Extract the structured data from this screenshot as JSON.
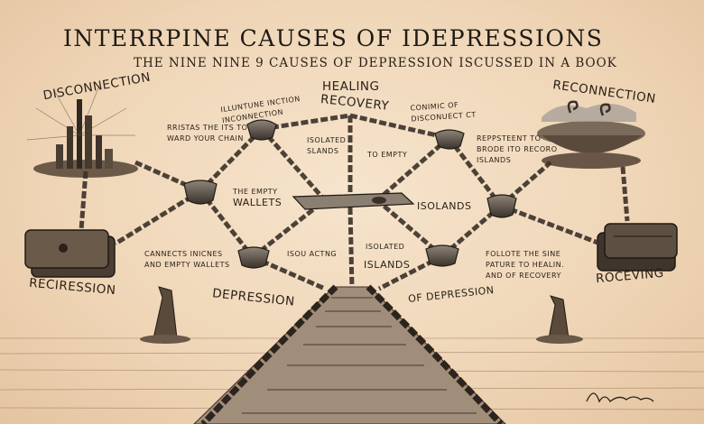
{
  "title": "INTERRPINE CAUSES OF IDEPRESSIONS",
  "subtitle": "THE NINE NINE 9   CAUSES OF DEPRESSION ISCUSSED IN A BOOK",
  "labels": {
    "disconnection": "DISCONNECTION",
    "healing": "HEALING",
    "recovery": "RECOVERY",
    "reconnection": "RECONNECTION",
    "small_top_left": "ILLUNTUNE INCTION\nINCONNECTION",
    "small_top_right": "CONIMIC OF\nDISCONUECT CT",
    "chain_note": "RRISTAS THE ITS TO\nWARD YOUR CHAIN",
    "isolated_slands": "ISOLATED\nSLANDS",
    "to_empty": "TO EMPTY",
    "represent_note": "REPPSTEENT TO\nBRODE ITO RECORO\nISLANDS",
    "the_empty": "THE EMPTY",
    "wallets": "WALLETS",
    "isolands": "ISOLANDS",
    "connects_note": "CANNECTS INICNES\nAND EMPTY WALLETS",
    "isolating": "ISOU ACTNG",
    "isolated": "ISOLATED",
    "islands": "ISLANDS",
    "follow_note": "FOLLOTE THE SINE\nPATURE TO HEALIN.\nAND OF RECOVERY",
    "recission": "RECIRESSION",
    "depression_left": "DEPRESSION",
    "depression_right": "OF DEPRESSION",
    "receiving": "ROCEVING"
  }
}
